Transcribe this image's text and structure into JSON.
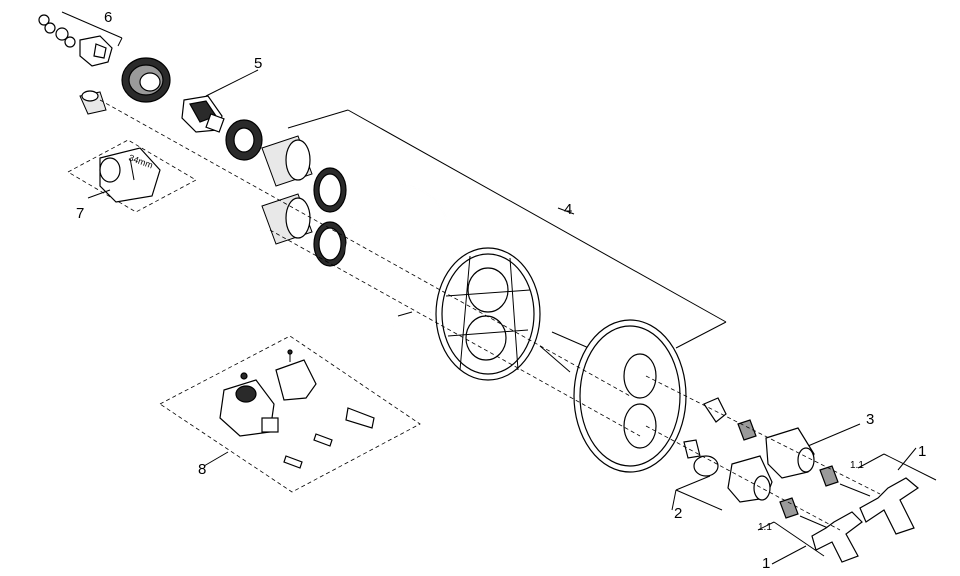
{
  "callouts": {
    "c1_top": "1",
    "c1_bottom": "1",
    "c1_1_top": "1.1",
    "c1_1_bottom": "1.1",
    "c2": "2",
    "c3": "3",
    "c4": "4",
    "c5": "5",
    "c6": "6",
    "c7": "7",
    "c8": "8"
  },
  "tool_size_label": "34mm"
}
